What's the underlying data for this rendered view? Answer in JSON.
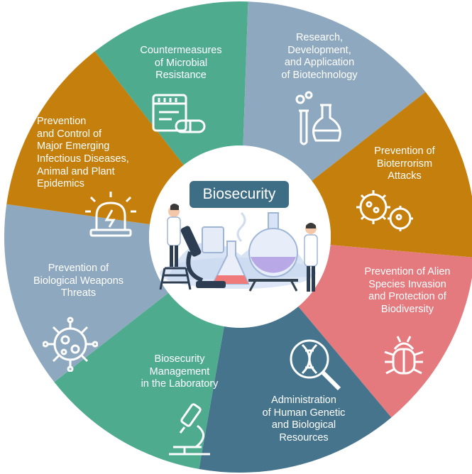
{
  "center": {
    "title": "Biosecurity"
  },
  "segments": [
    {
      "label": "Countermeasures\nof Microbial\nResistance",
      "color": "#4fab8e",
      "icon": "medicine-package-icon"
    },
    {
      "label": "Research,\nDevelopment,\nand Application\nof Biotechnology",
      "color": "#8ea8bf",
      "icon": "flask-icon"
    },
    {
      "label": "Prevention of\nBioterrorism\nAttacks",
      "color": "#c57f0c",
      "icon": "virus-gears-icon"
    },
    {
      "label": "Prevention of Alien\nSpecies Invasion\nand Protection of\nBiodiversity",
      "color": "#e47a7e",
      "icon": "bug-icon"
    },
    {
      "label": "Administration\nof Human Genetic\nand Biological\nResources",
      "color": "#45748c",
      "icon": "dna-magnifier-icon"
    },
    {
      "label": "Biosecurity\nManagement\nin the Laboratory",
      "color": "#4fab8e",
      "icon": "microscope-icon"
    },
    {
      "label": "Prevention of\nBiological Weapons\nThreats",
      "color": "#8ea8bf",
      "icon": "virus-icon"
    },
    {
      "label": "Prevention\nand Control of\nMajor Emerging\nInfectious Diseases,\nAnimal and Plant\nEpidemics",
      "color": "#c57f0c",
      "icon": "alarm-icon"
    }
  ]
}
